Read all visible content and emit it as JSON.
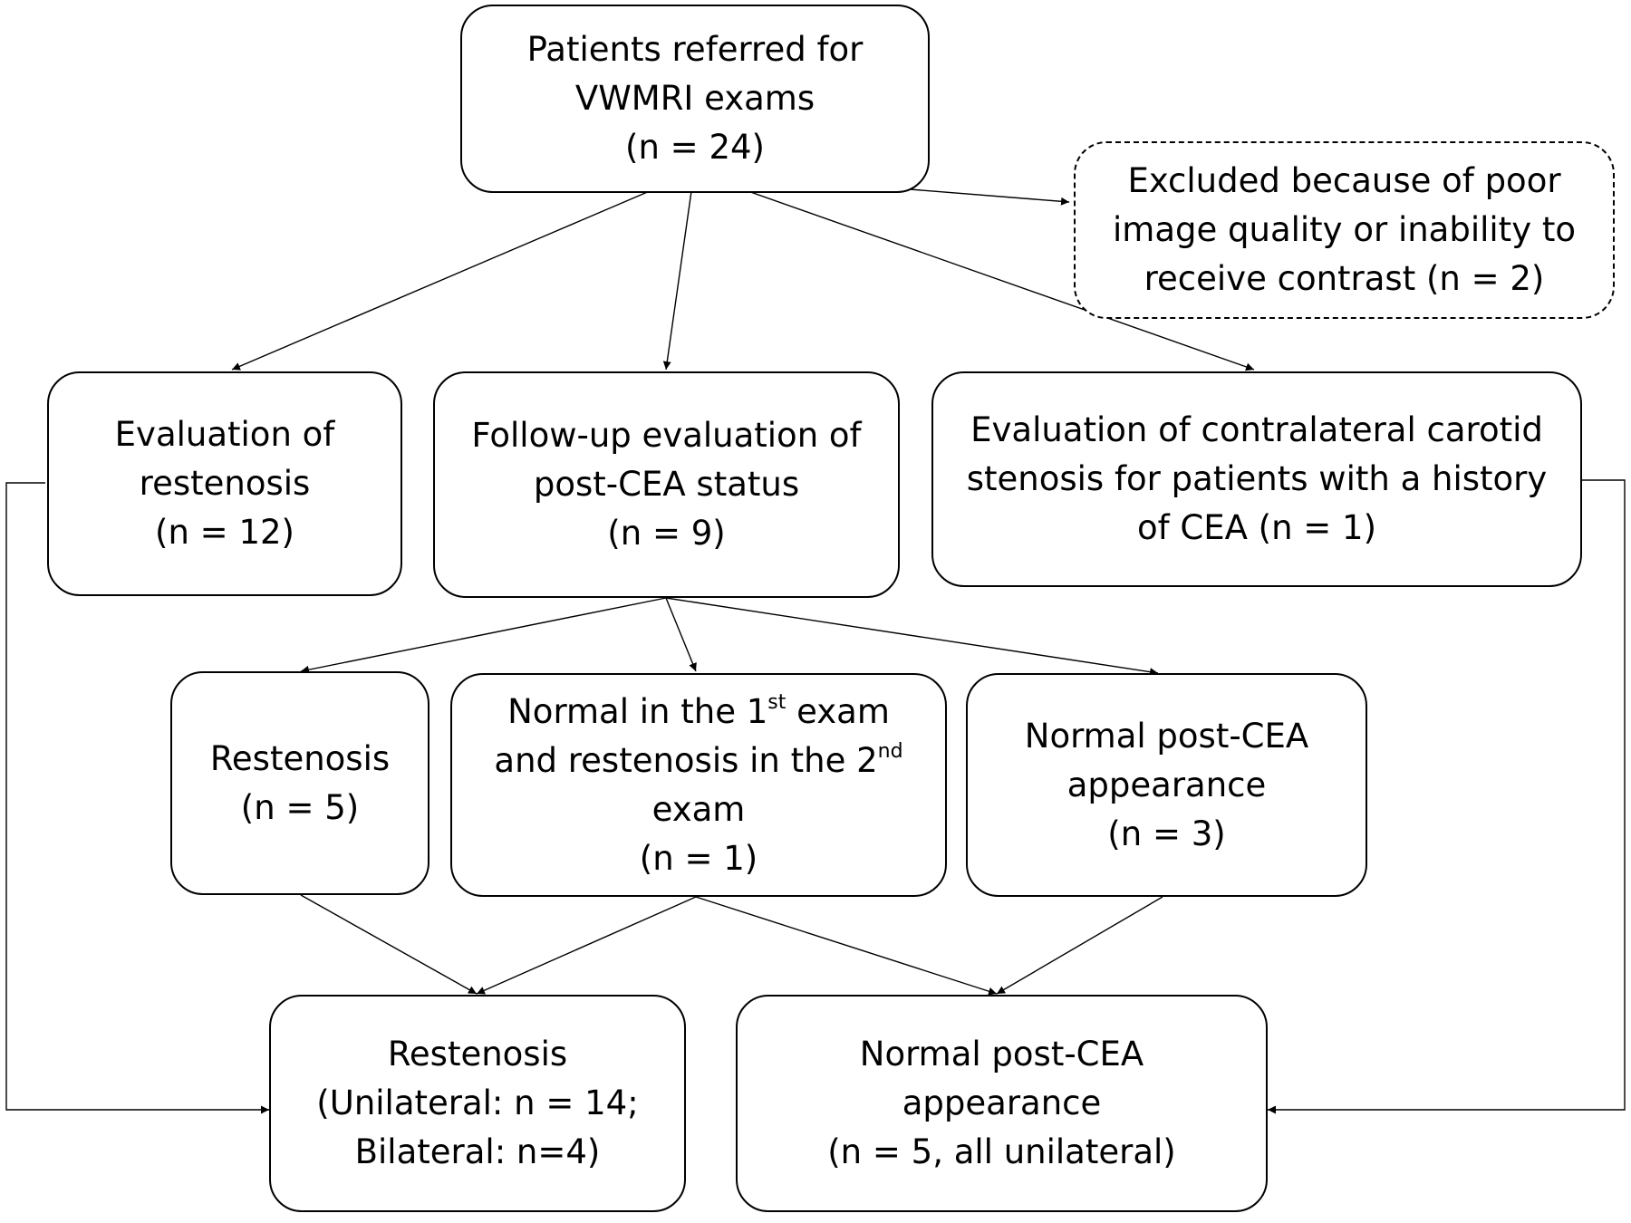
{
  "nodes": {
    "referred": {
      "lines": [
        "Patients referred for",
        "VWMRI exams",
        "(n = 24)"
      ]
    },
    "excluded": {
      "lines": [
        "Excluded because of poor",
        "image quality or inability to",
        "receive contrast (n = 2)"
      ]
    },
    "eval_restenosis": {
      "lines": [
        "Evaluation of",
        "restenosis",
        "(n = 12)"
      ]
    },
    "followup": {
      "lines": [
        "Follow-up evaluation of",
        "post-CEA status",
        "(n = 9)"
      ]
    },
    "contralateral": {
      "lines": [
        "Evaluation of contralateral carotid",
        "stenosis for patients with a history",
        "of CEA (n = 1)"
      ]
    },
    "restenosis_sub": {
      "lines": [
        "Restenosis",
        "(n = 5)"
      ]
    },
    "normal_then_restenosis": {
      "line1_pre": "Normal in the 1",
      "line1_sup": "st",
      "line1_post": " exam",
      "line2_pre": "and restenosis in the 2",
      "line2_sup": "nd",
      "line3": "exam",
      "line4": "(n = 1)"
    },
    "normal_sub": {
      "lines": [
        "Normal post-CEA",
        "appearance",
        "(n = 3)"
      ]
    },
    "restenosis_final": {
      "lines": [
        "Restenosis",
        "(Unilateral: n = 14;",
        "Bilateral: n=4)"
      ]
    },
    "normal_final": {
      "lines": [
        "Normal post-CEA",
        "appearance",
        "(n = 5, all unilateral)"
      ]
    }
  }
}
